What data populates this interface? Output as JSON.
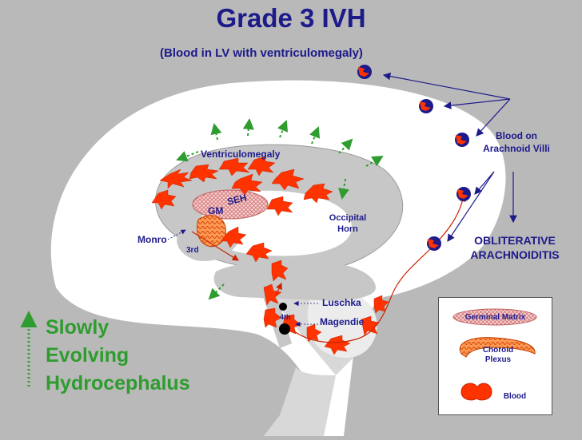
{
  "title": "Grade 3 IVH",
  "subtitle": "(Blood in LV with ventriculomegaly)",
  "labels": {
    "ventriculomegaly": "Ventriculomegaly",
    "seh": "SEH",
    "gm": "GM",
    "occipital_horn": "Occipital Horn",
    "monro": "Monro",
    "third": "3rd",
    "fourth": "4th",
    "luschka": "Luschka",
    "magendie": "Magendie",
    "blood_on_villi": "Blood on Arachnoid Villi",
    "obliterative": "OBLITERATIVE ARACHNOIDITIS"
  },
  "side_text": [
    "Slowly",
    "Evolving",
    "Hydrocephalus"
  ],
  "legend": {
    "germinal_matrix": "Germinal Matrix",
    "choroid_plexus": "Choroid Plexus",
    "blood": "Blood"
  },
  "colors": {
    "text": "#1d1a8a",
    "arrow_green": "#2e9c2e",
    "blood": "#ff3300",
    "choroid": "#ff9a55",
    "matrix": "#f3b8b8",
    "brain": "#ffffff",
    "ventricle": "#c7c7c7"
  }
}
